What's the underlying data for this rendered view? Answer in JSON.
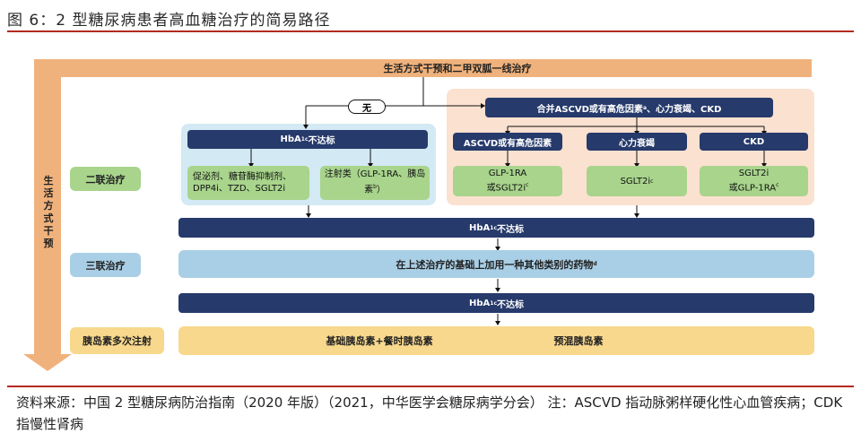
{
  "header": {
    "title": "图 6：2 型糖尿病患者高血糖治疗的简易路径"
  },
  "diagram": {
    "top_bar": "生活方式干预和二甲双胍一线治疗",
    "left_arrow": "生活方式干预",
    "none_label": "无",
    "ascvd_header": "合并ASCVD或有高危因素",
    "ascvd_header_sup": "a",
    "ascvd_header_rest": "、心力衰竭、CKD",
    "hba1c_prefix": "HbA",
    "hba1c_sub": "1c",
    "hba1c_suffix": "不达标",
    "oral_box": "促泌剂、糖苷酶抑制剂、DPP4i、TZD、SGLT2i",
    "injection_box": "注射类（GLP-1RA、胰岛素",
    "injection_sup": "b",
    "injection_end": "）",
    "col1_header": "ASCVD或有高危因素",
    "col2_header": "心力衰竭",
    "col3_header": "CKD",
    "col1_drug_line1": "GLP-1RA",
    "col1_drug_line2": "或SGLT2i",
    "col1_sup": "c",
    "col2_drug": "SGLT2i",
    "col2_sup": "c",
    "col3_drug_line1": "SGLT2i",
    "col3_drug_line2": "或GLP-1RA",
    "col3_sup": "c",
    "dual_label": "二联治疗",
    "triple_label": "三联治疗",
    "triple_text": "在上述治疗的基础上加用一种其他类别的药物",
    "triple_sup": "d",
    "insulin_label": "胰岛素多次注射",
    "insulin_left": "基础胰岛素+餐时胰岛素",
    "insulin_right": "预混胰岛素"
  },
  "footer": {
    "text": "资料来源：中国 2 型糖尿病防治指南（2020 年版）（2021，中华医学会糖尿病学分会） 注：ASCVD 指动脉粥样硬化性心血管疾病；CDK 指慢性肾病"
  },
  "colors": {
    "accent_red": "#b5291f",
    "navy": "#263a6b",
    "green": "#a8d48c",
    "peach": "#f3c19a",
    "light_blue": "#a9cfe6",
    "yellow": "#f8d88c",
    "arrow_orange": "#f0b27c"
  }
}
